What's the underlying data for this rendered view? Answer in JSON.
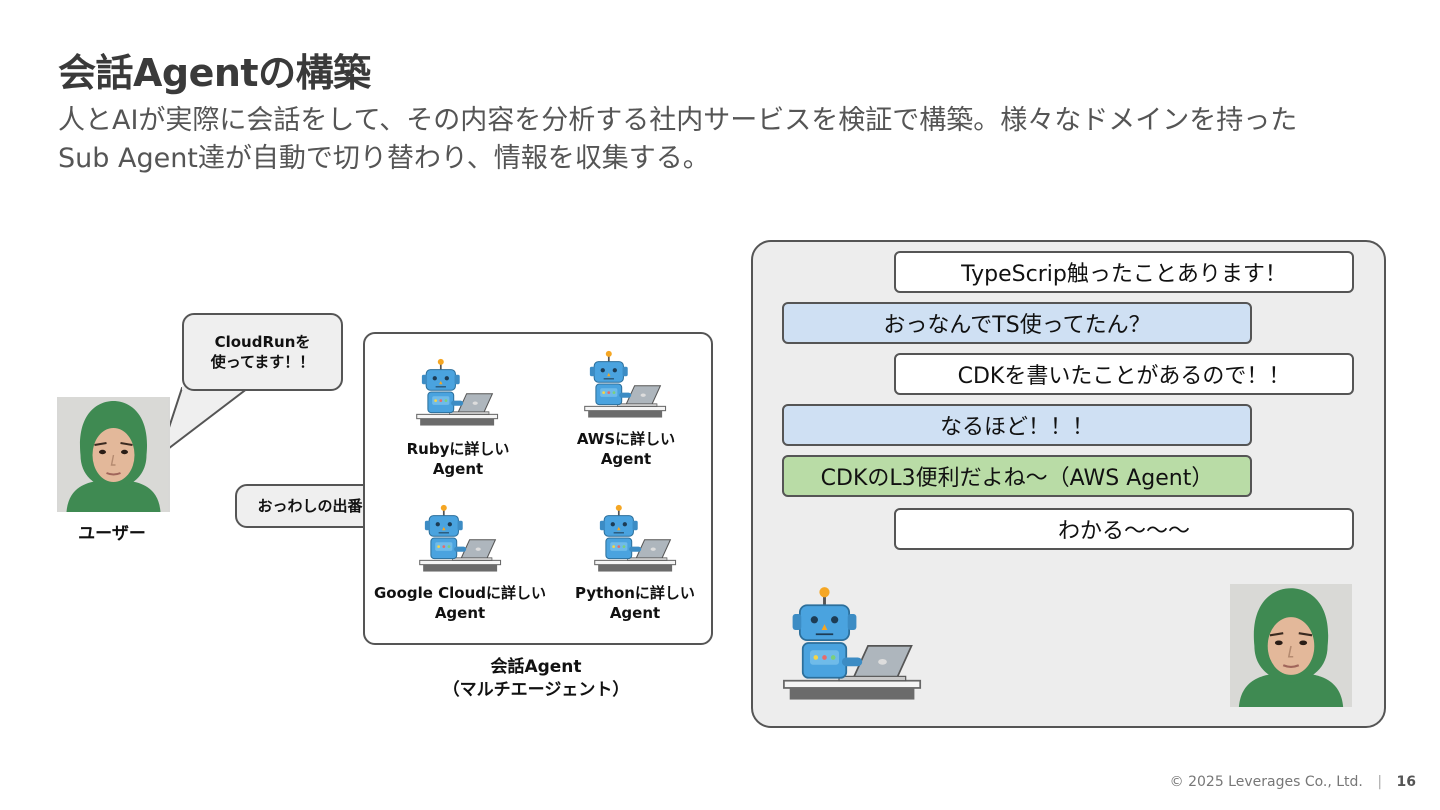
{
  "slide": {
    "title": "会話Agentの構築",
    "subtitle_line1": "人とAIが実際に会話をして、その内容を分析する社内サービスを検証で構築。様々なドメインを持った",
    "subtitle_line2": "Sub Agent達が自動で切り替わり、情報を収集する。"
  },
  "diagram": {
    "user_bubble_line1": "CloudRunを",
    "user_bubble_line2": "使ってます！！",
    "user_label": "ユーザー",
    "agent_bubble": "おっわしの出番か",
    "agents": [
      {
        "line1": "Rubyに詳しい",
        "line2": "Agent"
      },
      {
        "line1": "AWSに詳しい",
        "line2": "Agent"
      },
      {
        "line1": "Google Cloudに詳しい",
        "line2": "Agent"
      },
      {
        "line1": "Pythonに詳しい",
        "line2": "Agent"
      }
    ],
    "group_label_line1": "会話Agent",
    "group_label_line2": "（マルチエージェント）"
  },
  "chat": {
    "messages": [
      {
        "speaker": "user",
        "text": "TypeScrip触ったことあります！"
      },
      {
        "speaker": "agent",
        "text": "おっなんでTS使ってたん？"
      },
      {
        "speaker": "user",
        "text": "CDKを書いたことがあるので！！"
      },
      {
        "speaker": "agent",
        "text": "なるほど！！！"
      },
      {
        "speaker": "aws-agent",
        "text": "CDKのL3便利だよね〜（AWS Agent）"
      },
      {
        "speaker": "user",
        "text": "わかる〜〜〜"
      }
    ]
  },
  "footer": {
    "copyright": "© 2025 Leverages Co., Ltd.",
    "separator": "|",
    "page_number": "16"
  },
  "colors": {
    "robot_blue": "#4aa3df",
    "agent_msg": "#cfe0f3",
    "aws_msg": "#b9dca6",
    "hood_green": "#3f8a52"
  }
}
